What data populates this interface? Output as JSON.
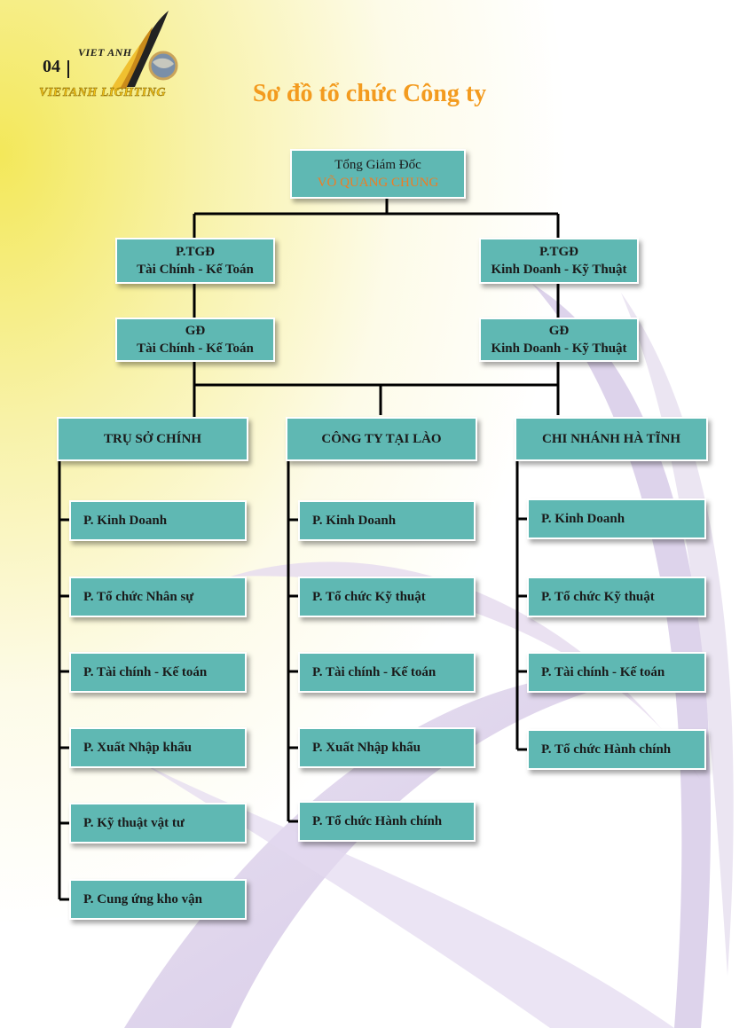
{
  "header": {
    "page_number": "04",
    "logo_top": "VIET ANH",
    "logo_bottom": "VIETANH LIGHTING",
    "title": "Sơ đồ tổ chức Công ty"
  },
  "chart": {
    "ceo": {
      "title": "Tổng Giám Đốc",
      "name": "VÕ QUANG CHUNG"
    },
    "deputies": [
      {
        "line1": "P.TGĐ",
        "line2": "Tài Chính - Kế Toán"
      },
      {
        "line1": "P.TGĐ",
        "line2": "Kinh Doanh - Kỹ Thuật"
      }
    ],
    "directors": [
      {
        "line1": "GĐ",
        "line2": "Tài Chính - Kế Toán"
      },
      {
        "line1": "GĐ",
        "line2": "Kinh Doanh - Kỹ Thuật"
      }
    ],
    "units": [
      {
        "name": "TRỤ SỞ CHÍNH",
        "departments": [
          "P. Kinh Doanh",
          "P. Tổ chức Nhân sự",
          "P. Tài chính - Kế toán",
          "P. Xuất Nhập khẩu",
          "P. Kỹ thuật vật tư",
          "P. Cung ứng kho vận"
        ]
      },
      {
        "name": "CÔNG TY TẠI LÀO",
        "departments": [
          "P. Kinh Doanh",
          "P. Tổ chức Kỹ thuật",
          "P. Tài chính - Kế toán",
          "P. Xuất Nhập khẩu",
          "P. Tổ chức Hành chính"
        ]
      },
      {
        "name": "CHI NHÁNH HÀ TĨNH",
        "departments": [
          "P. Kinh Doanh",
          "P. Tổ chức Kỹ thuật",
          "P. Tài chính - Kế toán",
          "P. Tổ chức Hành chính"
        ]
      }
    ]
  },
  "colors": {
    "box": "#5fb8b3",
    "title": "#f39b1f",
    "ceo_name": "#f07c22",
    "connector": "#000000"
  }
}
